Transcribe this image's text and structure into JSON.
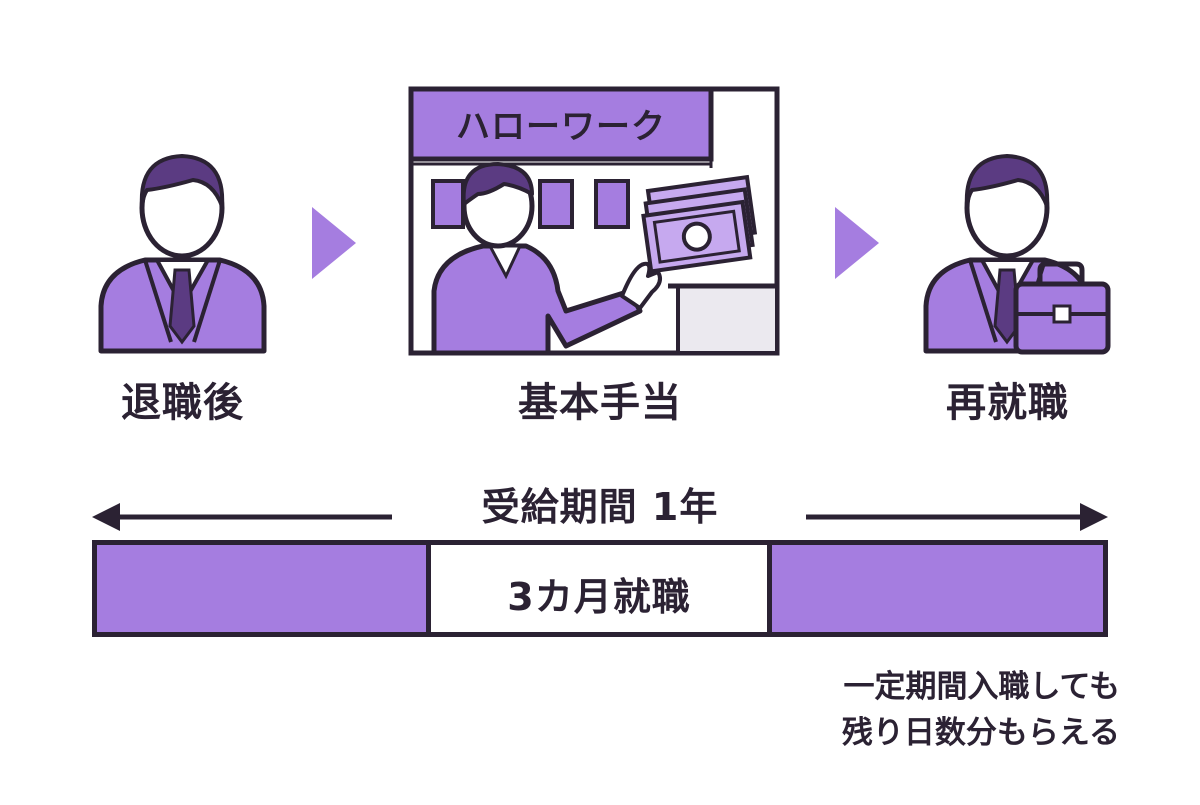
{
  "steps": [
    {
      "label": "退職後",
      "icon": "person-icon"
    },
    {
      "label": "基本手当",
      "icon": "hello-work-counter-icon"
    },
    {
      "label": "再就職",
      "icon": "person-briefcase-icon"
    }
  ],
  "office": {
    "sign": "ハローワーク"
  },
  "period": {
    "title": "受給期間 1年"
  },
  "timeline": {
    "segment_label": "3カ月就職"
  },
  "note": {
    "line1": "一定期間入職しても",
    "line2": "残り日数分もらえる"
  },
  "colors": {
    "purple": "#a57de0",
    "dark": "#2b2233",
    "light_purple": "#c6a9ef"
  }
}
